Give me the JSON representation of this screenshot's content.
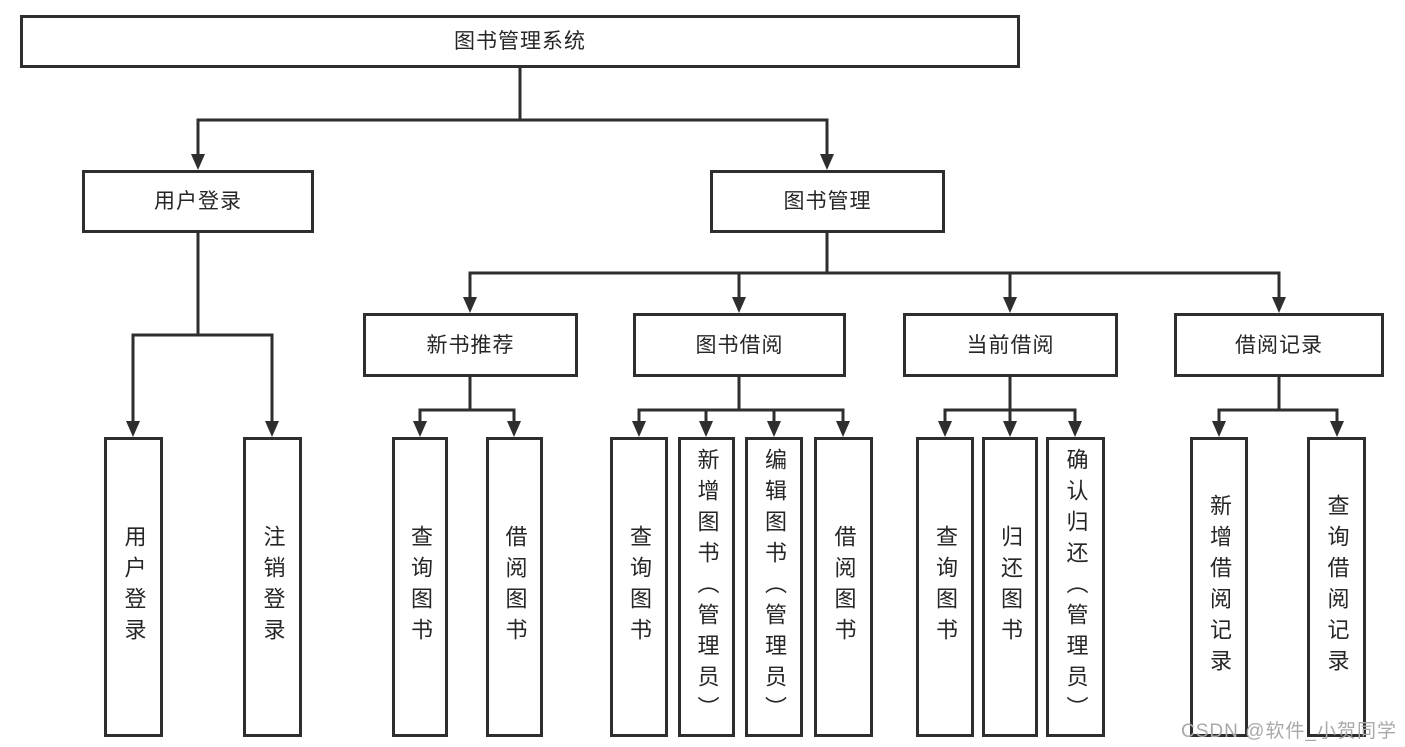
{
  "diagram": {
    "root": {
      "label": "图书管理系统"
    },
    "level2": [
      {
        "label": "用户登录"
      },
      {
        "label": "图书管理"
      }
    ],
    "level3": [
      {
        "label": "新书推荐"
      },
      {
        "label": "图书借阅"
      },
      {
        "label": "当前借阅"
      },
      {
        "label": "借阅记录"
      }
    ],
    "leaves": [
      {
        "label": "用户登录"
      },
      {
        "label": "注销登录"
      },
      {
        "label": "查询图书"
      },
      {
        "label": "借阅图书"
      },
      {
        "label": "查询图书"
      },
      {
        "label": "新增图书（管理员）"
      },
      {
        "label": "编辑图书（管理员）"
      },
      {
        "label": "借阅图书"
      },
      {
        "label": "查询图书"
      },
      {
        "label": "归还图书"
      },
      {
        "label": "确认归还（管理员）"
      },
      {
        "label": "新增借阅记录"
      },
      {
        "label": "查询借阅记录"
      }
    ],
    "watermark": "CSDN @软件_小贺同学",
    "colors": {
      "line": "#2e2e2e",
      "text": "#262626",
      "box_fill": "#ffffff",
      "watermark": "#a9a9a9"
    }
  }
}
